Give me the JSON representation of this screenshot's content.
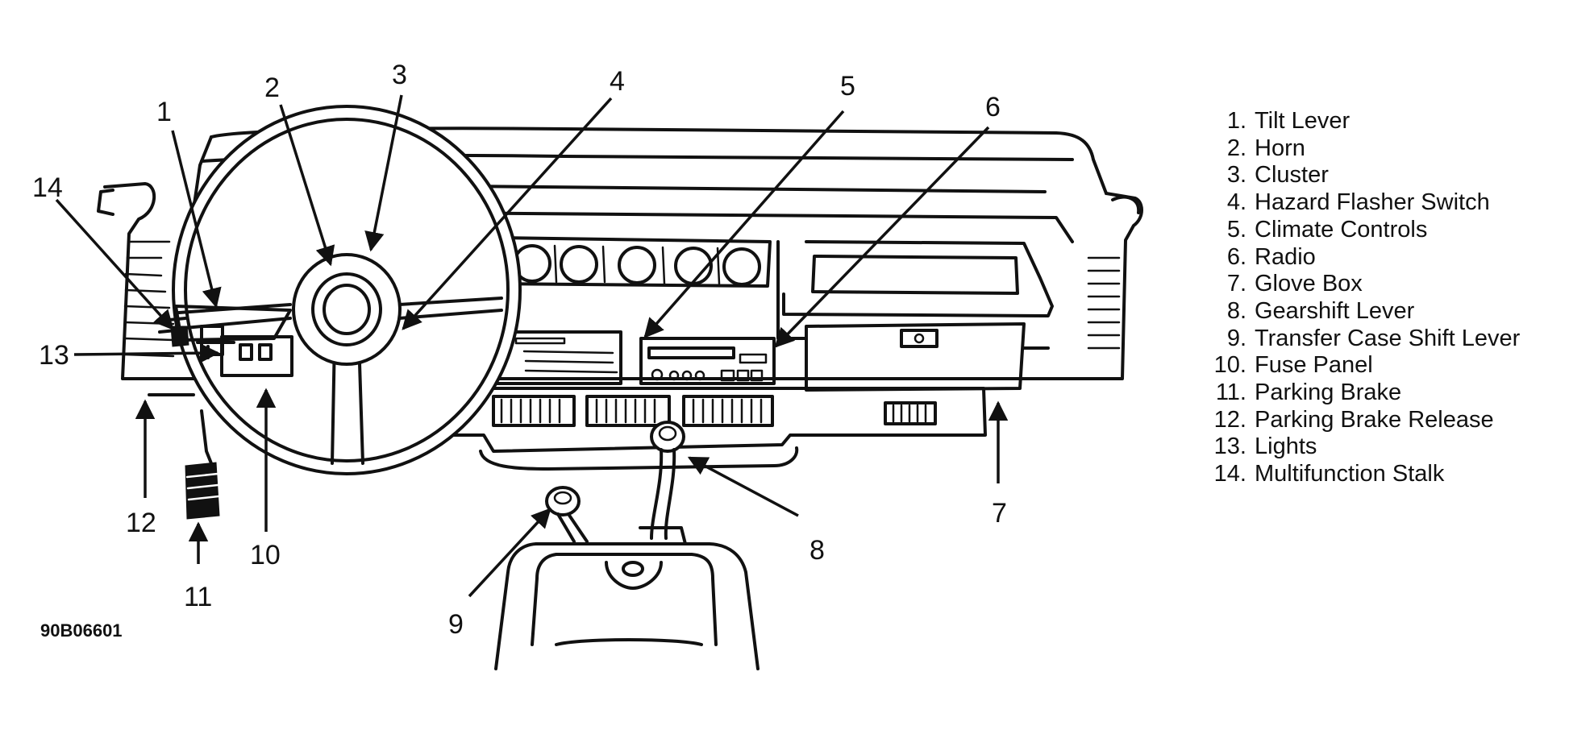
{
  "diagram": {
    "figure_id": "90B06601",
    "callouts": [
      "1",
      "2",
      "3",
      "4",
      "5",
      "6",
      "7",
      "8",
      "9",
      "10",
      "11",
      "12",
      "13",
      "14"
    ],
    "legend": [
      {
        "num": "1.",
        "label": "Tilt Lever"
      },
      {
        "num": "2.",
        "label": "Horn"
      },
      {
        "num": "3.",
        "label": "Cluster"
      },
      {
        "num": "4.",
        "label": "Hazard Flasher Switch"
      },
      {
        "num": "5.",
        "label": "Climate Controls"
      },
      {
        "num": "6.",
        "label": "Radio"
      },
      {
        "num": "7.",
        "label": "Glove Box"
      },
      {
        "num": "8.",
        "label": "Gearshift Lever"
      },
      {
        "num": "9.",
        "label": "Transfer Case Shift Lever"
      },
      {
        "num": "10.",
        "label": "Fuse Panel"
      },
      {
        "num": "11.",
        "label": "Parking Brake"
      },
      {
        "num": "12.",
        "label": "Parking Brake Release"
      },
      {
        "num": "13.",
        "label": "Lights"
      },
      {
        "num": "14.",
        "label": "Multifunction Stalk"
      }
    ]
  }
}
